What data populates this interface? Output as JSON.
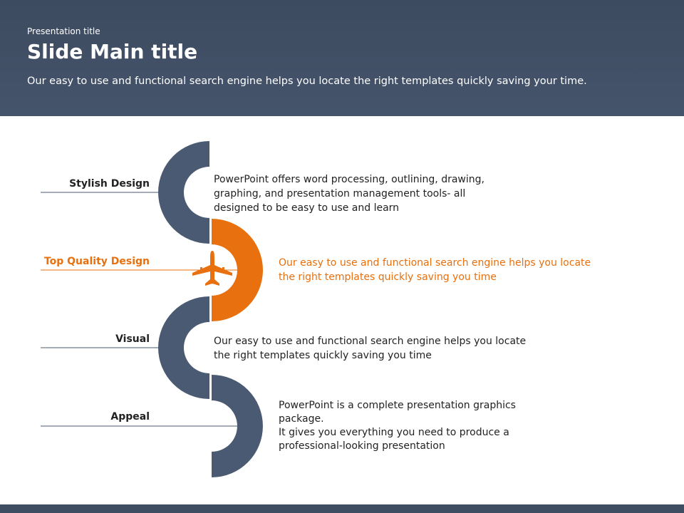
{
  "header": {
    "presentation_title": "Presentation  title",
    "main_title": "Slide Main title",
    "subtitle": "Our easy to use and functional search engine helps you locate the right templates quickly saving your time."
  },
  "colors": {
    "header": "#3f4d62",
    "arc": "#4a5a72",
    "accent": "#e8700f"
  },
  "items": [
    {
      "label": "Stylish Design",
      "lines": [
        "PowerPoint offers word processing, outlining,  drawing,",
        "graphing, and presentation management tools- all",
        "designed to be easy to use and learn"
      ]
    },
    {
      "label": "Top Quality Design",
      "lines": [
        "Our easy to use and functional search engine helps you locate",
        "the right templates quickly saving you time"
      ]
    },
    {
      "label": "Visual",
      "lines": [
        "Our easy to use and functional search engine helps you locate",
        "the right templates quickly saving you time"
      ]
    },
    {
      "label": "Appeal",
      "lines": [
        "PowerPoint is a complete presentation graphics",
        "package.",
        "It gives you everything you need to produce a",
        "professional-looking presentation"
      ]
    }
  ],
  "icon": "airplane-icon"
}
